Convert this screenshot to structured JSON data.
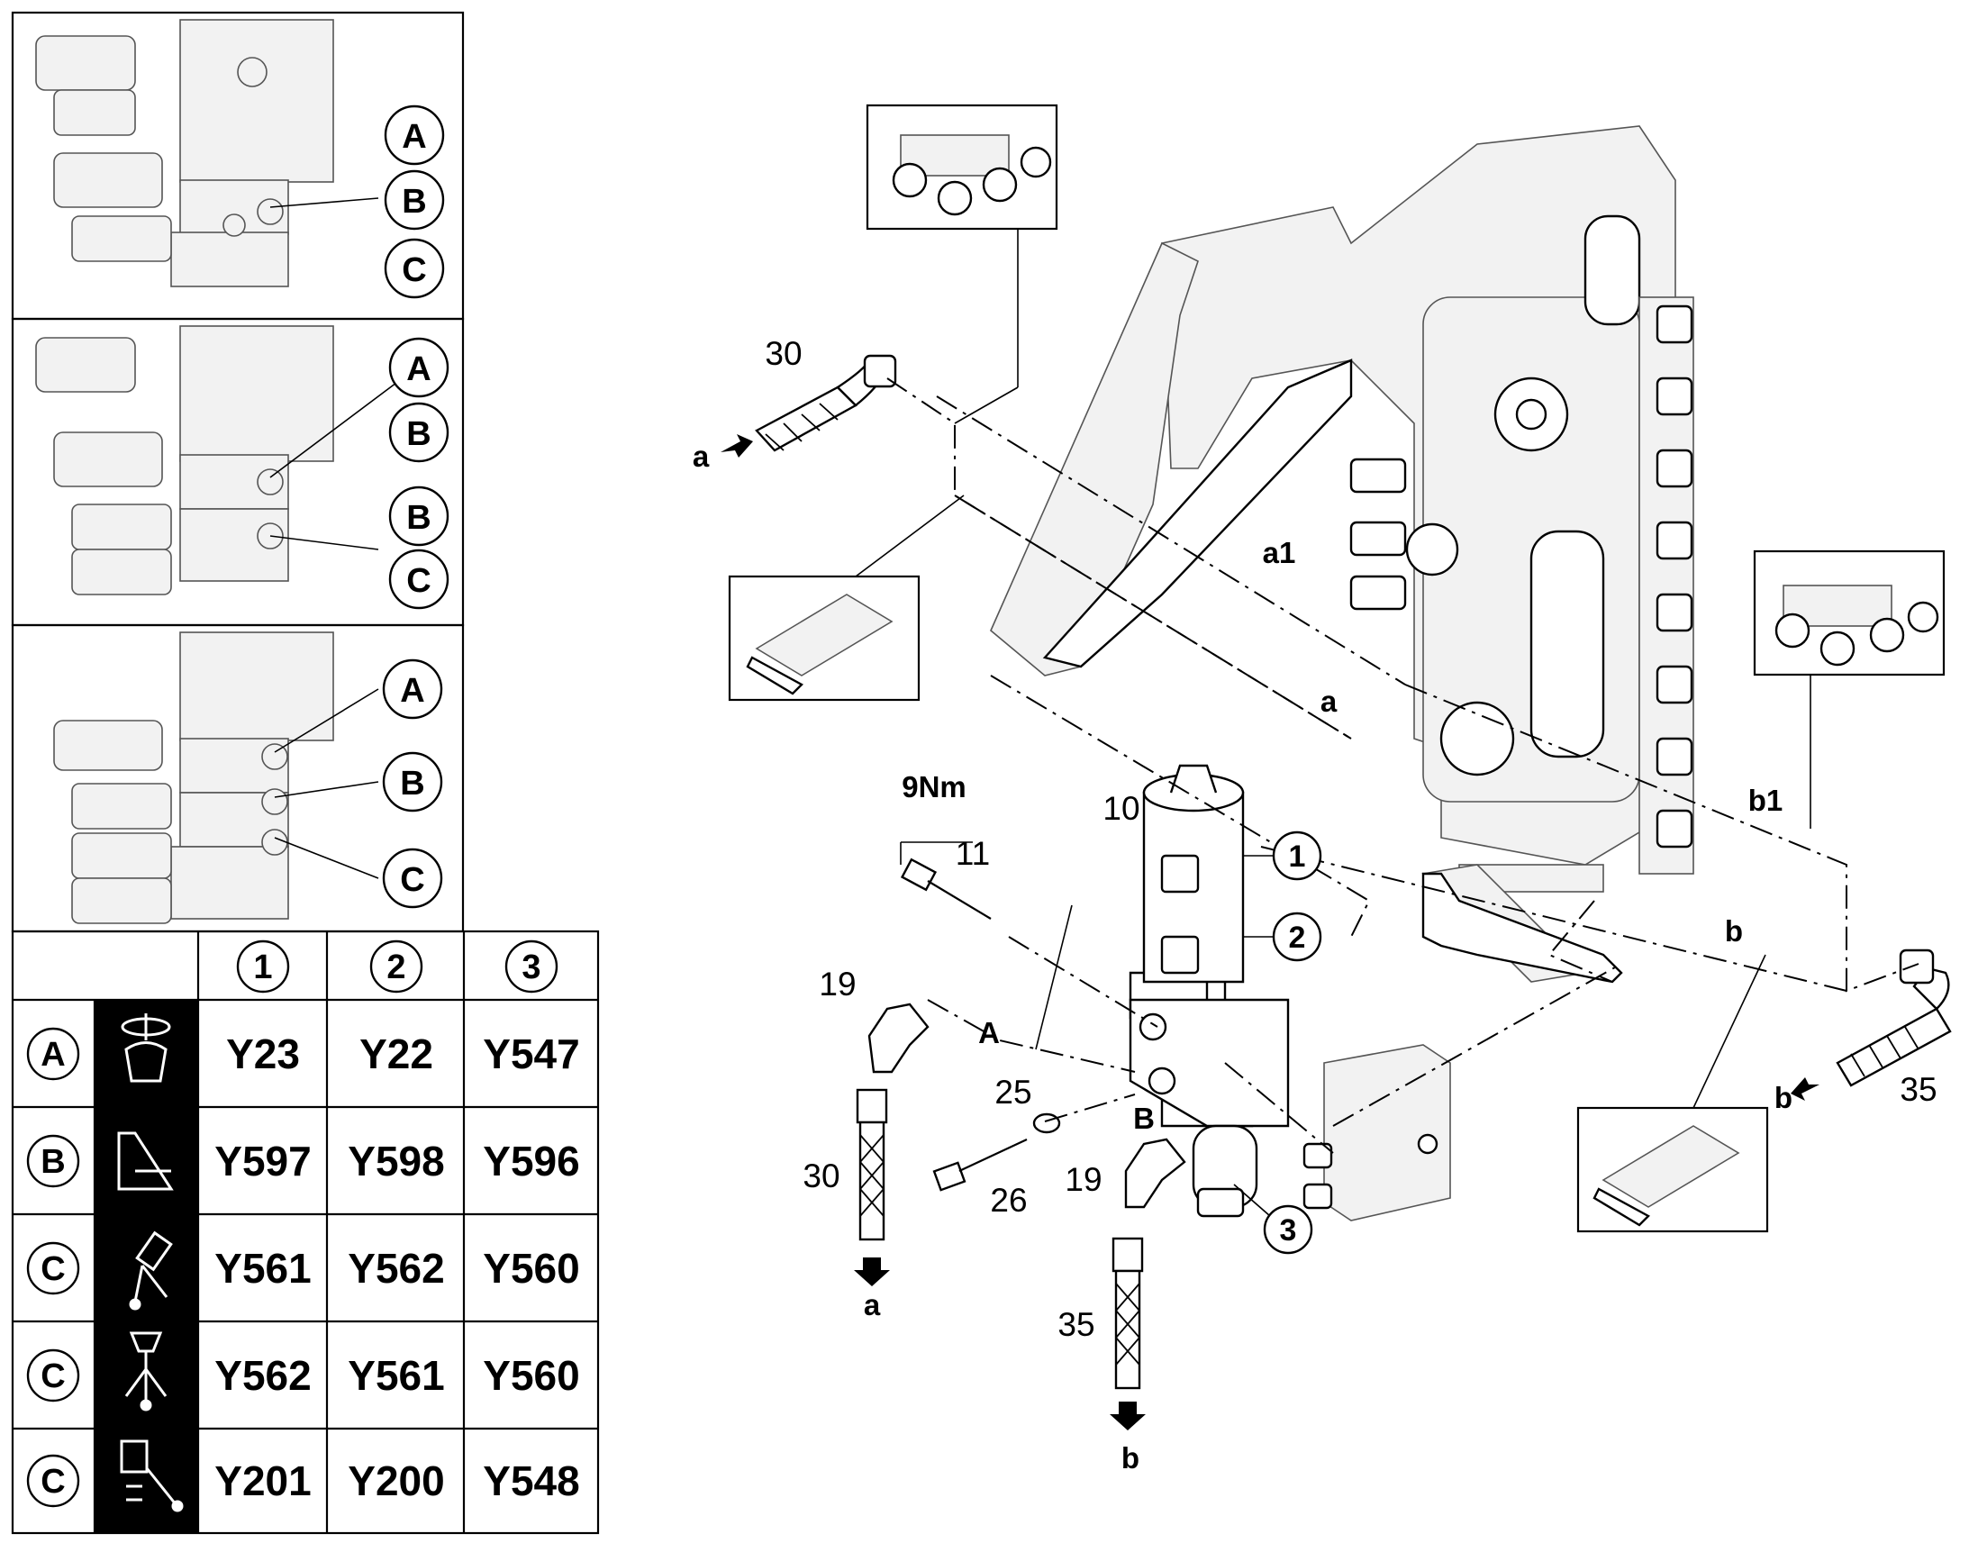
{
  "callouts": {
    "panel_letters": {
      "p1": [
        "A",
        "B",
        "C"
      ],
      "p2": [
        "A",
        "B",
        "B",
        "C"
      ],
      "p3": [
        "A",
        "B",
        "C"
      ]
    },
    "parts": {
      "hose_30_top": "30",
      "hose_30_bottom": "30",
      "hose_35_right": "35",
      "hose_35_bottom": "35",
      "fitting_19_left": "19",
      "fitting_19_right": "19",
      "valve_10": "10",
      "bolt_11": "11",
      "washer_25": "25",
      "bolt_26": "26",
      "torque": "9Nm",
      "coil_1": "1",
      "coil_2": "2",
      "coil_3": "3"
    },
    "connections": {
      "a_left": "a",
      "a_bottom": "a",
      "a_mid": "a",
      "a1": "a1",
      "b_right": "b",
      "b_bottom": "b",
      "b_mid": "b",
      "b1": "b1",
      "port_A": "A",
      "port_B": "B"
    }
  },
  "table": {
    "columns": [
      "1",
      "2",
      "3"
    ],
    "rows": [
      {
        "letter": "A",
        "icon": "rotation-icon",
        "values": [
          "Y23",
          "Y22",
          "Y547"
        ]
      },
      {
        "letter": "B",
        "icon": "boom-icon",
        "values": [
          "Y597",
          "Y598",
          "Y596"
        ]
      },
      {
        "letter": "C",
        "icon": "joystick-icon",
        "values": [
          "Y561",
          "Y562",
          "Y560"
        ]
      },
      {
        "letter": "C",
        "icon": "pedal-joystick-icon",
        "values": [
          "Y562",
          "Y561",
          "Y560"
        ]
      },
      {
        "letter": "C",
        "icon": "pedal-icon",
        "values": [
          "Y201",
          "Y200",
          "Y548"
        ]
      }
    ]
  },
  "colors": {
    "line": "#000000",
    "background": "#ffffff",
    "icon_cell": "#000000"
  }
}
